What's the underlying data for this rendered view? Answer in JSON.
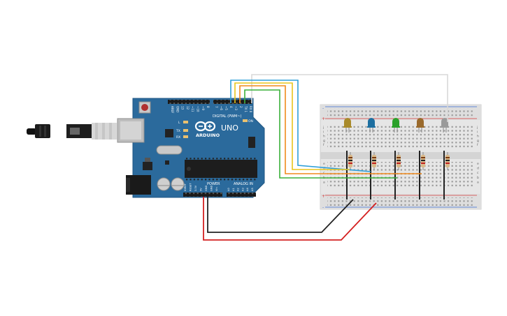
{
  "board": {
    "brand": "ARDUINO",
    "model": "UNO",
    "digital_label": "DIGITAL (PWM~)",
    "power_label": "POWER",
    "analog_label": "ANALOG IN",
    "on_label": "ON",
    "l_label": "L",
    "tx_label": "TX",
    "rx_label": "RX",
    "digital_pins": [
      "AREF",
      "GND",
      "13",
      "12",
      "~11",
      "~10",
      "~9",
      "8",
      "7",
      "~6",
      "~5",
      "4",
      "~3",
      "2",
      "TX 1",
      "RX 0"
    ],
    "power_pins": [
      "IOREF",
      "RESET",
      "3.3V",
      "5V",
      "GND",
      "GND",
      "Vin"
    ],
    "analog_pins": [
      "A0",
      "A1",
      "A2",
      "A3",
      "A4",
      "A5"
    ]
  },
  "breadboard": {
    "row_letters_top": [
      "j",
      "i",
      "h",
      "g",
      "f"
    ],
    "row_letters_bottom": [
      "e",
      "d",
      "c",
      "b",
      "a"
    ],
    "rail_plus": "+",
    "rail_minus": "-"
  },
  "colors": {
    "board": "#2b6a9c",
    "led_yellow": "#a88a2a",
    "led_blue": "#1d6fa0",
    "led_green": "#2aa12a",
    "led_orange": "#9a6a2c",
    "led_white": "#9a9a9a",
    "wire_blue": "#2f9fd8",
    "wire_yellow": "#e8c51c",
    "wire_orange": "#f08a1c",
    "wire_green": "#3ab03a",
    "wire_white": "#d8d8d8",
    "wire_black": "#222222",
    "wire_red": "#d42020"
  },
  "leds": [
    {
      "name": "led-yellow",
      "color": "#a88a2a"
    },
    {
      "name": "led-blue",
      "color": "#1d6fa0"
    },
    {
      "name": "led-green",
      "color": "#2aa12a"
    },
    {
      "name": "led-orange",
      "color": "#9a6a2c"
    },
    {
      "name": "led-white",
      "color": "#9a9a9a"
    }
  ]
}
